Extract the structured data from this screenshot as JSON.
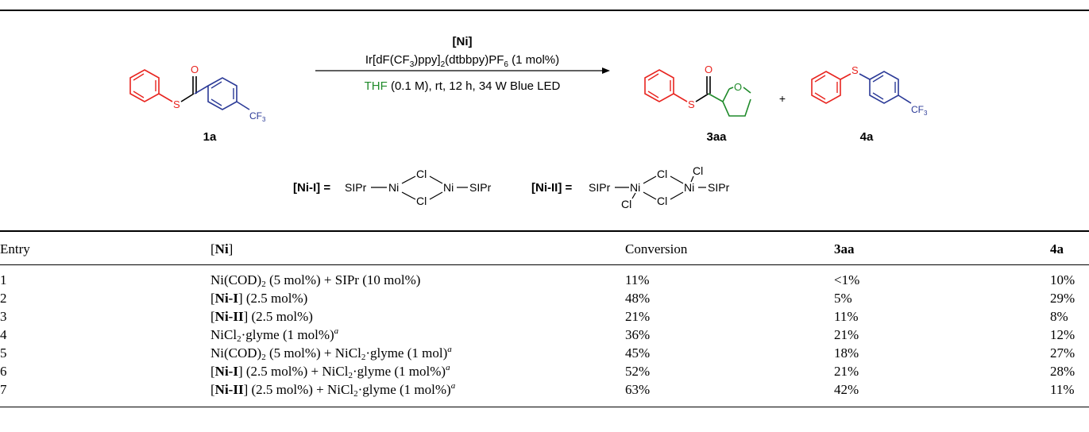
{
  "scheme": {
    "catalyst_bold": "[Ni]",
    "photocat": "Ir[dF(CF3)ppy]2(dtbbpy)PF6 (1 mol%)",
    "conditions_solvent": "THF",
    "conditions_rest": " (0.1 M), rt, 12 h, 34 W Blue LED",
    "substrate_label": "1a",
    "product1_label": "3aa",
    "product2_label": "4a",
    "plus": "+",
    "cf3": "CF3",
    "atom_o": "O",
    "atom_s": "S",
    "nii_label": "[Ni-I] =",
    "niii_label": "[Ni-II] =",
    "sipr": "SIPr",
    "ni": "Ni",
    "cl": "Cl",
    "colors": {
      "red": "#e8241f",
      "blue": "#2b3a97",
      "green": "#1f8a2a"
    }
  },
  "table": {
    "headers": {
      "entry": "Entry",
      "ni": "[Ni]",
      "conversion": "Conversion",
      "p3aa": "3aa",
      "p4a": "4a"
    },
    "rows": [
      {
        "entry": "1",
        "conversion": "11%",
        "p3aa": "<1%",
        "p4a": "10%"
      },
      {
        "entry": "2",
        "conversion": "48%",
        "p3aa": "5%",
        "p4a": "29%"
      },
      {
        "entry": "3",
        "conversion": "21%",
        "p3aa": "11%",
        "p4a": "8%"
      },
      {
        "entry": "4",
        "conversion": "36%",
        "p3aa": "21%",
        "p4a": "12%"
      },
      {
        "entry": "5",
        "conversion": "45%",
        "p3aa": "18%",
        "p4a": "27%"
      },
      {
        "entry": "6",
        "conversion": "52%",
        "p3aa": "21%",
        "p4a": "28%"
      },
      {
        "entry": "7",
        "conversion": "63%",
        "p3aa": "42%",
        "p4a": "11%"
      }
    ],
    "ni_cells": {
      "ni_cod": "Ni(COD)",
      "n2": "2",
      "five_mol": " (5 mol%) + SIPr (10 mol%)",
      "five_mol_plus": " (5 mol%) + ",
      "nii": "Ni-I",
      "niii": "Ni-II",
      "bracket_open": "[",
      "bracket_close": "]",
      "two_half": " (2.5 mol%)",
      "two_half_plus": " (2.5 mol%) + ",
      "nicl": "NiCl",
      "glyme_1mol_pct": "·glyme (1 mol%)",
      "glyme_1mol": "·glyme (1 mol)",
      "sup_a": "a"
    }
  }
}
